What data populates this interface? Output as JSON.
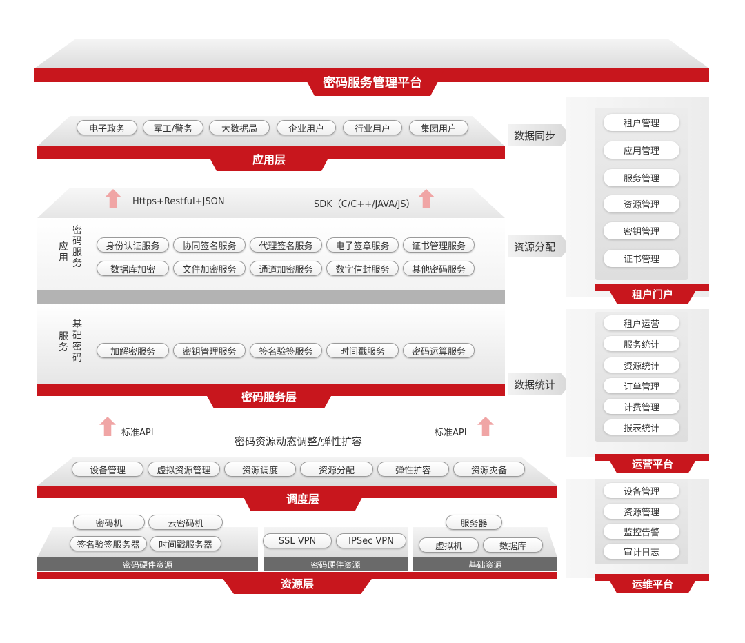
{
  "top_platform": {
    "label": "密码服务管理平台"
  },
  "app_layer": {
    "label": "应用层",
    "items": [
      "电子政务",
      "军工/警务",
      "大数据局",
      "企业用户",
      "行业用户",
      "集团用户"
    ]
  },
  "service_layer": {
    "label": "密码服务层",
    "protocol_left": "Https+Restful+JSON",
    "protocol_right": "SDK（C/C++/JAVA/JS）",
    "app_group_title_a": "应用",
    "app_group_title_b": "密码服务",
    "app_services_row1": [
      "身份认证服务",
      "协同签名服务",
      "代理签名服务",
      "电子签章服务",
      "证书管理服务"
    ],
    "app_services_row2": [
      "数据库加密",
      "文件加密服务",
      "通道加密服务",
      "数字信封服务",
      "其他密码服务"
    ],
    "basic_group_title_a": "基础密码",
    "basic_group_title_b": "服务",
    "basic_services": [
      "加解密服务",
      "密钥管理服务",
      "签名验签服务",
      "时间戳服务",
      "密码运算服务"
    ]
  },
  "middle": {
    "api_left": "标准API",
    "api_right": "标准API",
    "center_text": "密码资源动态调整/弹性扩容"
  },
  "schedule_layer": {
    "label": "调度层",
    "items": [
      "设备管理",
      "虚拟资源管理",
      "资源调度",
      "资源分配",
      "弹性扩容",
      "资源灾备"
    ]
  },
  "resource_layer": {
    "label": "资源层",
    "group1": {
      "items": [
        "密码机",
        "云密码机",
        "签名验签服务器",
        "时间戳服务器"
      ],
      "footer": "密码硬件资源"
    },
    "group2": {
      "items": [
        "SSL VPN",
        "IPSec VPN"
      ],
      "footer": "密码硬件资源"
    },
    "group3": {
      "items": [
        "服务器",
        "虚拟机",
        "数据库"
      ],
      "footer": "基础资源"
    }
  },
  "arrows": [
    "数据同步",
    "资源分配",
    "数据统计"
  ],
  "tenant_portal": {
    "label": "租户门户",
    "items": [
      "租户管理",
      "应用管理",
      "服务管理",
      "资源管理",
      "密钥管理",
      "证书管理"
    ]
  },
  "ops_platform": {
    "label": "运营平台",
    "items": [
      "租户运营",
      "服务统计",
      "资源统计",
      "订单管理",
      "计费管理",
      "报表统计"
    ]
  },
  "maint_platform": {
    "label": "运维平台",
    "items": [
      "设备管理",
      "资源管理",
      "监控告警",
      "审计日志"
    ]
  },
  "colors": {
    "brand_red": "#c8161d",
    "arrow_pink": "#f0a5a5",
    "dark_gray": "#6a6a6a"
  }
}
